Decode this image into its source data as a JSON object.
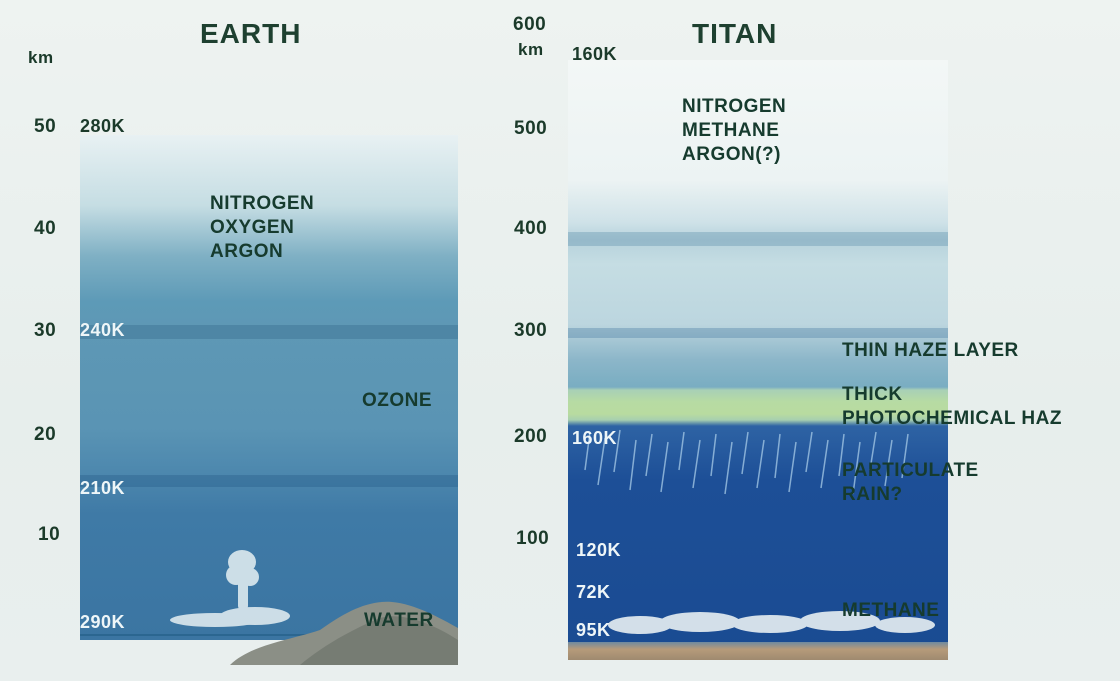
{
  "earth": {
    "title": "EARTH",
    "axis_unit": "km",
    "ticks": [
      "50",
      "40",
      "30",
      "20",
      "10"
    ],
    "gases": [
      "NITROGEN",
      "OXYGEN",
      "ARGON"
    ],
    "temperatures": [
      "280K",
      "240K",
      "210K",
      "290K"
    ],
    "labels": {
      "ozone": "OZONE",
      "water": "WATER"
    }
  },
  "titan": {
    "title": "TITAN",
    "axis_unit": "km",
    "ticks": [
      "600",
      "500",
      "400",
      "300",
      "200",
      "100"
    ],
    "gases": [
      "NITROGEN",
      "METHANE",
      "ARGON(?)"
    ],
    "temperatures": [
      "160K",
      "160K",
      "120K",
      "72K",
      "95K"
    ],
    "labels": {
      "thin_haze": "THIN HAZE LAYER",
      "thick_haze_1": "THICK",
      "thick_haze_2": "PHOTOCHEMICAL HAZ",
      "rain_1": "PARTICULATE",
      "rain_2": "RAIN?",
      "methane": "METHANE"
    }
  },
  "colors": {
    "label_dark": "#163b2e",
    "label_light": "#eef6f8",
    "earth_lower": "#3b75a2",
    "titan_lower": "#1a4b92",
    "haze_green": "#b8dba0"
  }
}
